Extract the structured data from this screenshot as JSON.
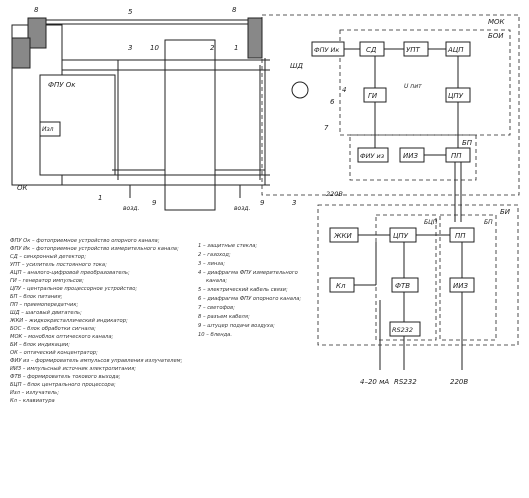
{
  "blocks": {
    "fpu_i": "ФПУ Ик",
    "sd": "СД",
    "upt": "УПТ",
    "acp": "АЦП",
    "gi": "ГИ",
    "cpu_boi": "ЦПУ",
    "u_pit": "U пит",
    "fiu": "ФИУ из",
    "iiz": "ИИЗ",
    "bp_top": "ПП",
    "zhki": "ЖКИ",
    "cpu_bi": "ЦПУ",
    "pp_bi": "ПП",
    "kl": "Кл",
    "ftv": "ФТВ",
    "iiz_bi": "ИИЗ",
    "rs232_block": "RS232",
    "fpu_ok": "ФПУ Ок",
    "izl": "Изл",
    "shd": "ШД"
  },
  "regions": {
    "mok": "МОК",
    "boi": "БОИ",
    "bp": "БП",
    "bi": "БИ",
    "bcp": "БЦП",
    "bp2": "БП",
    "ok": "ОК"
  },
  "numbers": [
    "8",
    "5",
    "3",
    "10",
    "2",
    "1",
    "8",
    "4",
    "6",
    "7",
    "1",
    "9",
    "9",
    "3"
  ],
  "outputs": {
    "v220_top": "220В",
    "ma": "4–20 мА",
    "rs232": "RS232",
    "v220_bottom": "220В"
  },
  "air": [
    "возд.",
    "возд."
  ],
  "legend_left": [
    "ФПУ Ок – фотоприемное устройство опорного канала;",
    "ФПУ Ик – фотоприемное устройство измерительного канала;",
    "СД – синхронный детектор;",
    "УПТ – усилитель постоянного тока;",
    "АЦП – аналого-цифровой преобразователь;",
    "ГИ – генератор импульсов;",
    "ЦПУ – центральное процессорное устройство;",
    "БП – блок питания;",
    "ПП – приемопередатчик;",
    "ШД – шаговый двигатель;",
    "ЖКИ – жидкокристаллический индикатор;",
    "БОС – блок обработки сигнала;",
    "МОК – моноблок оптического канала;",
    "БИ – блок индикации;",
    "ОК – оптический концентратор;",
    "ФИУ из – формирователь импульсов управления излучателем;",
    "ИИЗ – импульсный источник электропитания;",
    "ФТВ – формирователь токового выхода;",
    "БЦП – блок центрального процессора;",
    "Изл – излучатель;",
    "Кл – клавиатура"
  ],
  "legend_right": [
    "1 – защитные стекла;",
    "2 – газоход;",
    "3 – линза;",
    "4 – диафрагма ФПУ измерительного",
    "канала;",
    "5 – электрический кабель связи;",
    "6 – диафрагма ФПУ опорного канала;",
    "7 – светофов;",
    "8 – разъем кабеля;",
    "9 – штуцер подачи воздуха;",
    "10 – бленда."
  ]
}
